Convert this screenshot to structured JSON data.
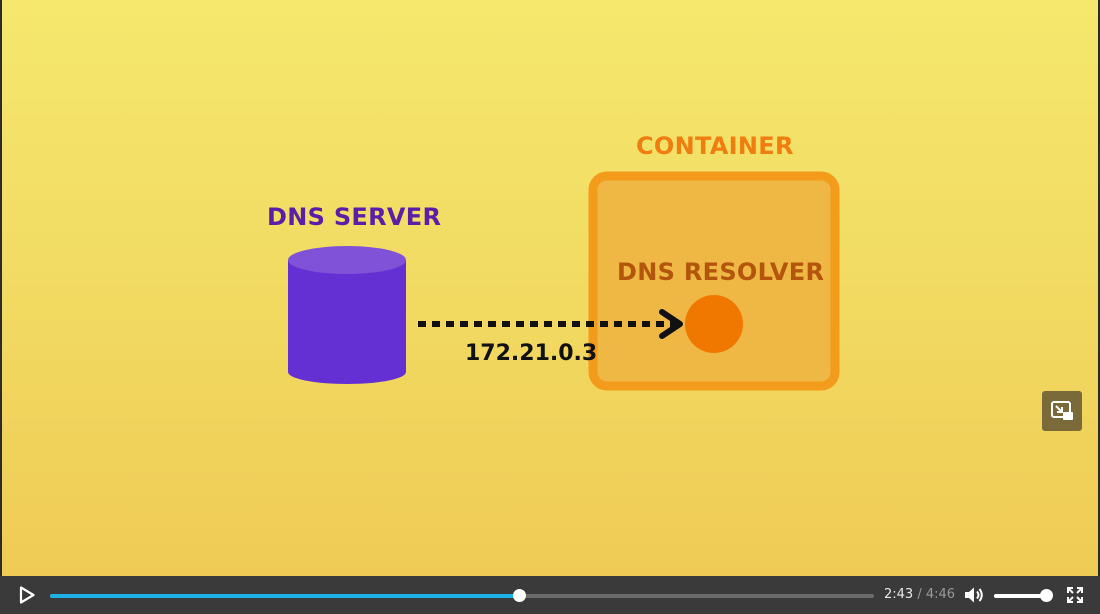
{
  "video": {
    "diagram": {
      "dns_server_label": "DNS SERVER",
      "container_label": "CONTAINER",
      "dns_resolver_label": "DNS RESOLVER",
      "ip_address_label": "172.21.0.3"
    },
    "colors": {
      "background": "#f3df64",
      "dns_server": "#6530d3",
      "container_border": "#f39b1b",
      "container_fill": "#efb744",
      "resolver_dot": "#f07800",
      "arrow": "#111111"
    },
    "pip_button_icon": "picture-in-picture-icon"
  },
  "controls": {
    "play_icon": "play-icon",
    "progress_fraction": 0.569,
    "current_time": "2:43",
    "separator": "/",
    "duration": "4:46",
    "volume_icon": "volume-icon",
    "volume_fraction": 1.0,
    "fullscreen_icon": "fullscreen-icon",
    "accent_color": "#1fb0e6"
  }
}
